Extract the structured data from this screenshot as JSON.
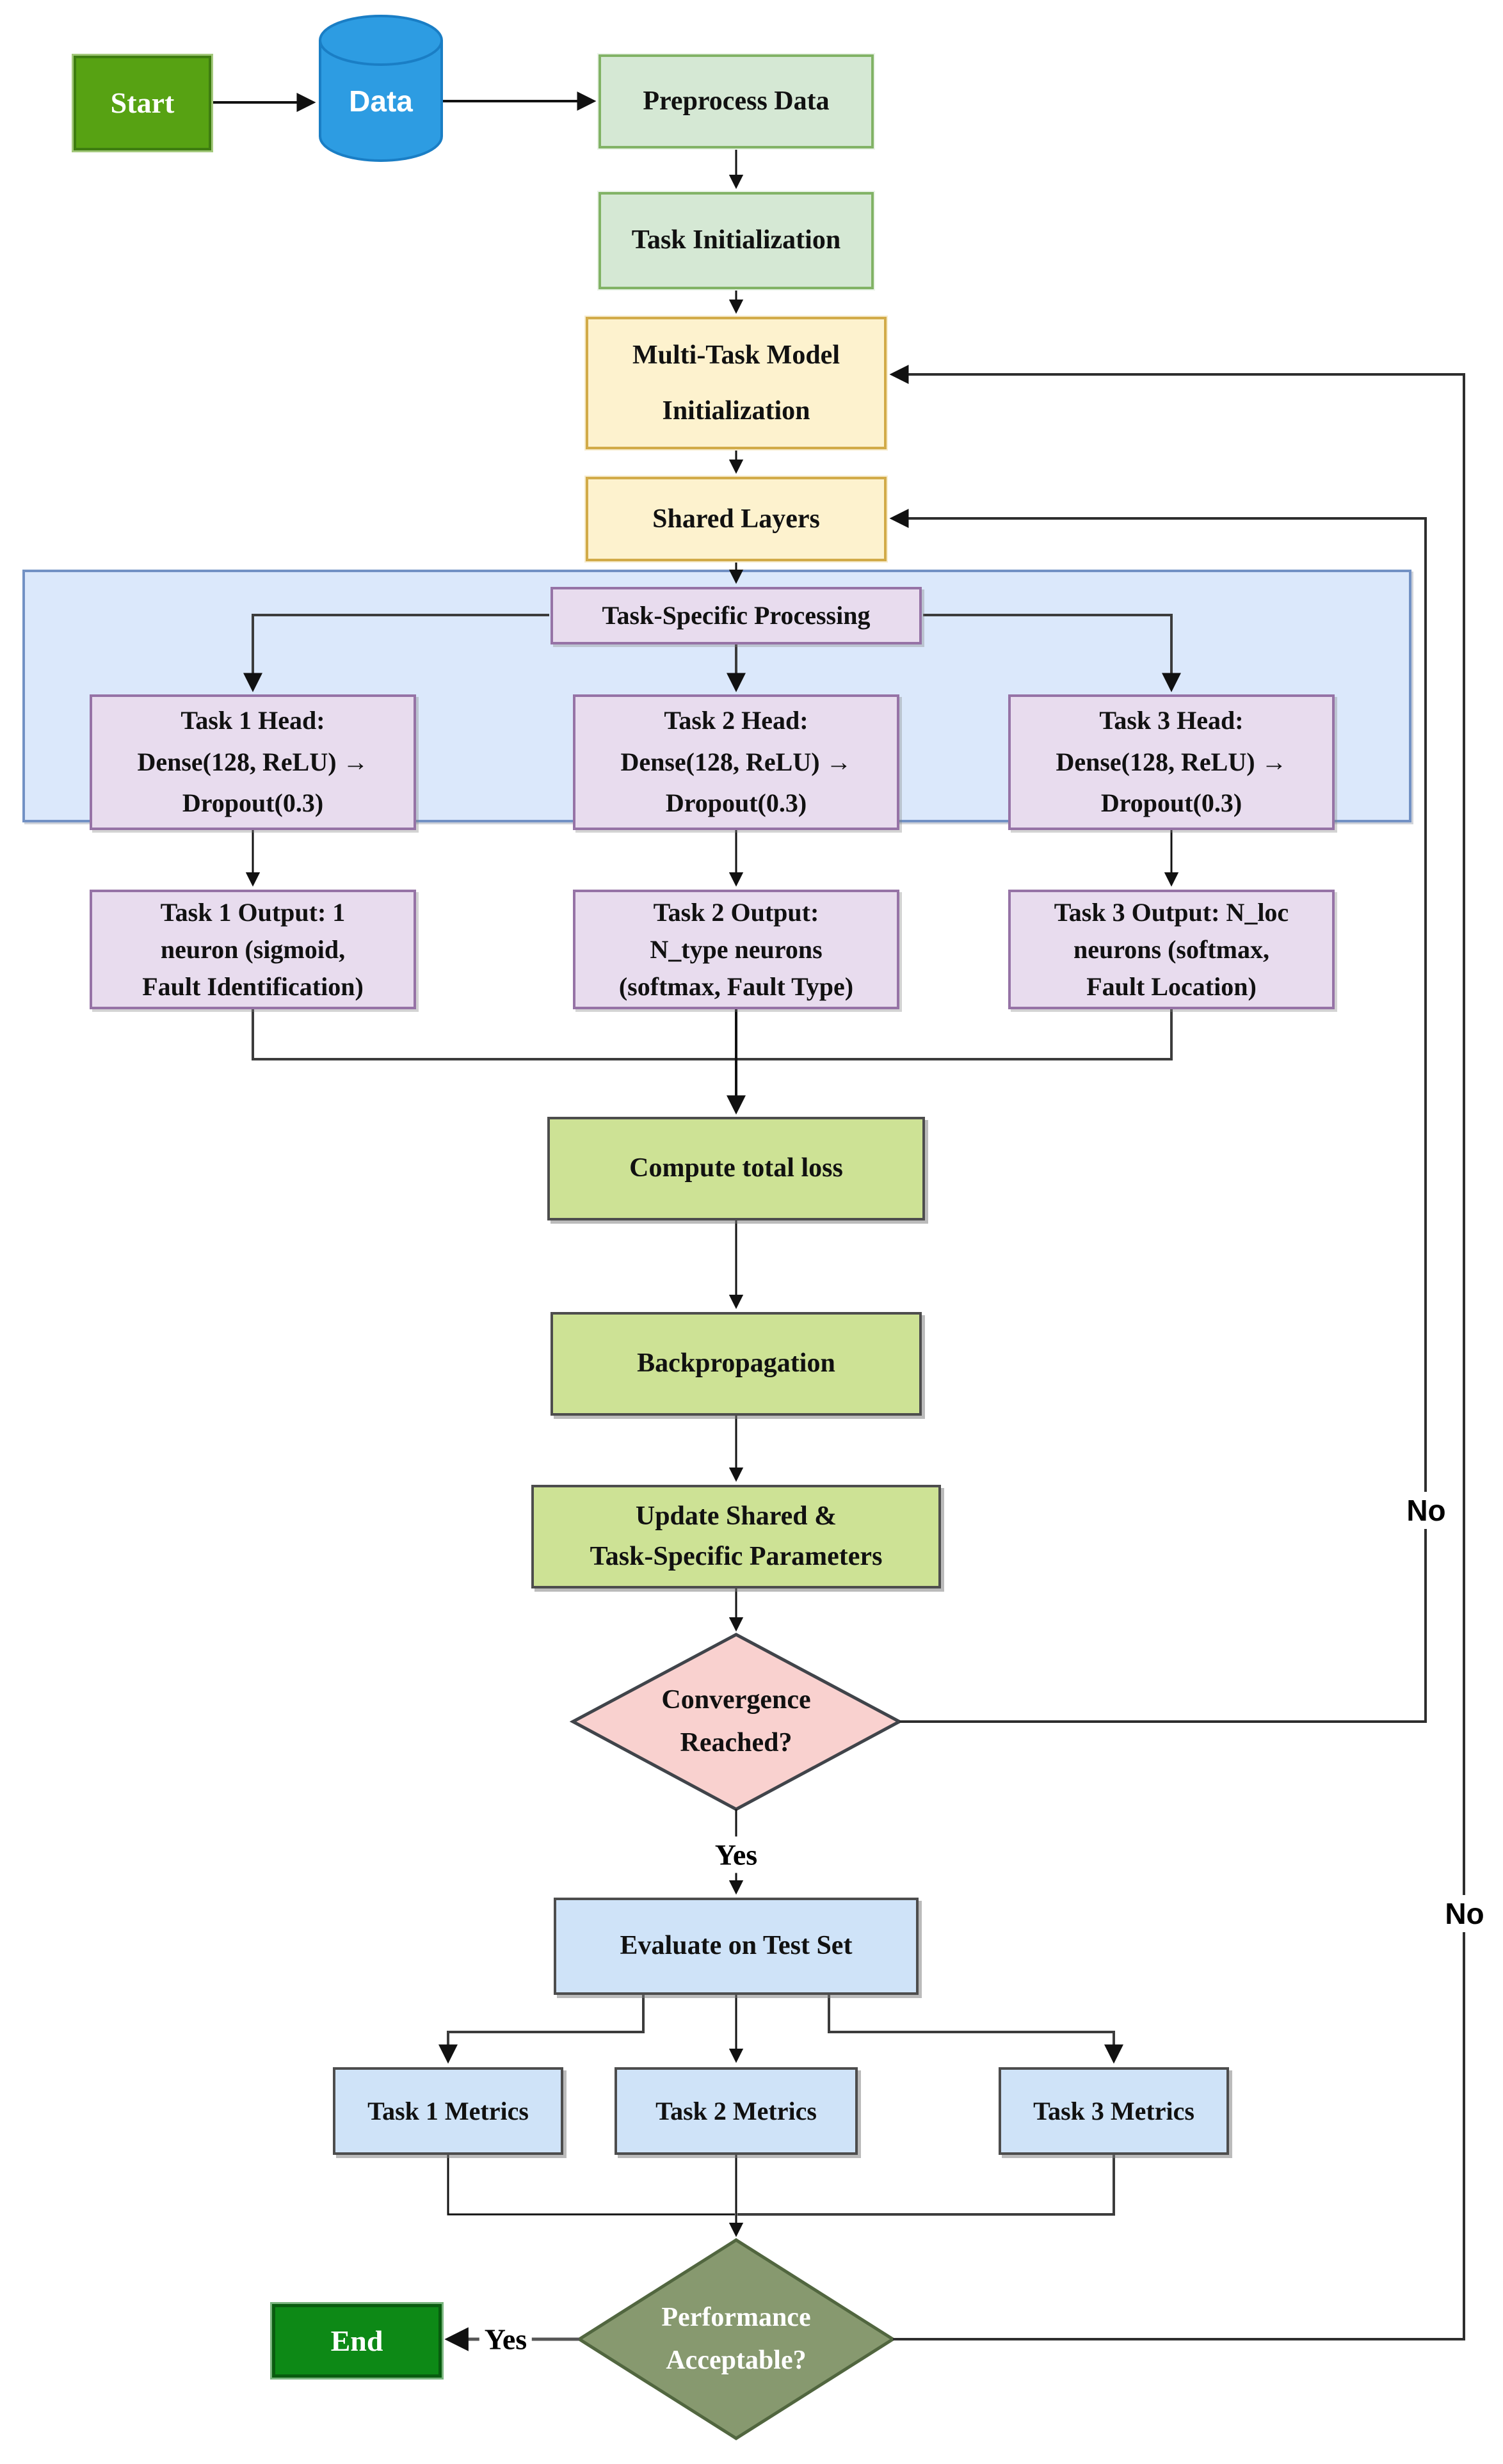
{
  "diagram_type": "flowchart",
  "nodes": {
    "start": {
      "label": "Start"
    },
    "data": {
      "label": "Data"
    },
    "preprocess": {
      "label": "Preprocess Data"
    },
    "task_init": {
      "label": "Task Initialization"
    },
    "multi_task_init": {
      "label": "Multi-Task Model\nInitialization"
    },
    "shared_layers": {
      "label": "Shared Layers"
    },
    "task_specific_processing": {
      "label": "Task-Specific Processing"
    },
    "task1_head": {
      "label": "Task 1 Head:\nDense(128, ReLU) →\nDropout(0.3)"
    },
    "task2_head": {
      "label": "Task 2 Head:\nDense(128, ReLU) →\nDropout(0.3)"
    },
    "task3_head": {
      "label": "Task 3 Head:\nDense(128, ReLU) →\nDropout(0.3)"
    },
    "task1_output": {
      "label": "Task 1 Output: 1\nneuron (sigmoid,\nFault Identification)"
    },
    "task2_output": {
      "label": "Task 2 Output:\nN_type neurons\n(softmax, Fault Type)"
    },
    "task3_output": {
      "label": "Task 3 Output: N_loc\nneurons (softmax,\nFault Location)"
    },
    "compute_loss": {
      "label": "Compute total loss"
    },
    "backpropagation": {
      "label": "Backpropagation"
    },
    "update_params": {
      "label": "Update Shared &\nTask-Specific Parameters"
    },
    "convergence": {
      "label": "Convergence\nReached?"
    },
    "evaluate": {
      "label": "Evaluate on Test Set"
    },
    "task1_metrics": {
      "label": "Task 1 Metrics"
    },
    "task2_metrics": {
      "label": "Task 2 Metrics"
    },
    "task3_metrics": {
      "label": "Task 3 Metrics"
    },
    "performance": {
      "label": "Performance\nAcceptable?"
    },
    "end": {
      "label": "End"
    }
  },
  "edge_labels": {
    "convergence_no": "No",
    "convergence_yes": "Yes",
    "performance_no": "No",
    "performance_yes": "Yes"
  },
  "palette": {
    "start_green": "#57a213",
    "end_green": "#0d8916",
    "data_blue": "#2d9ce2",
    "light_green_fill": "#d5e8d4",
    "light_green_border": "#82b366",
    "yellow_fill": "#fdf2ce",
    "yellow_border": "#d2ab49",
    "purple_fill": "#e8dcee",
    "purple_border": "#9673a6",
    "olive_fill": "#cde295",
    "blue_fill": "#cfe3f8",
    "container_blue_fill": "#dbe8fb",
    "container_blue_border": "#7291c4",
    "pink_diamond_fill": "#f9d1cf",
    "sage_diamond_fill": "#87996f",
    "line_color": "#1a1a1a"
  }
}
